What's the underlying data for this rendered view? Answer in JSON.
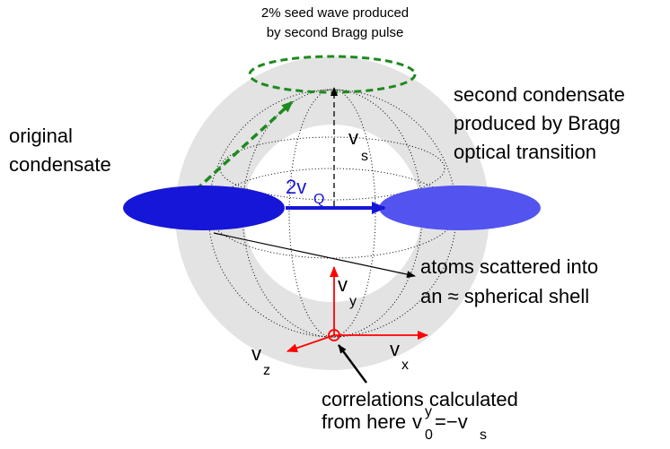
{
  "labels": {
    "seed_wave": [
      "2% seed wave produced",
      "by second Bragg pulse"
    ],
    "original_condensate": [
      "original",
      "condensate"
    ],
    "second_condensate": [
      "second condensate",
      "produced by Bragg",
      "optical transition"
    ],
    "shell": [
      "atoms scattered into",
      "an ≈ spherical shell"
    ],
    "correlations": [
      "correlations calculated",
      "from here"
    ]
  },
  "symbols": {
    "v": "v",
    "s": "s",
    "two_v": "2v",
    "Q": "Q",
    "x": "x",
    "y": "y",
    "z": "z",
    "zero": "0",
    "eq_neg_v": "=−v"
  },
  "colors": {
    "shell": "#e3e3e3",
    "original_condensate": "#1616d8",
    "second_condensate": "#5353f0",
    "seed_wave": "#1e8a1e",
    "axes": "#ff0000",
    "arrow_2vQ": "#1616d8",
    "text": "#000000"
  }
}
